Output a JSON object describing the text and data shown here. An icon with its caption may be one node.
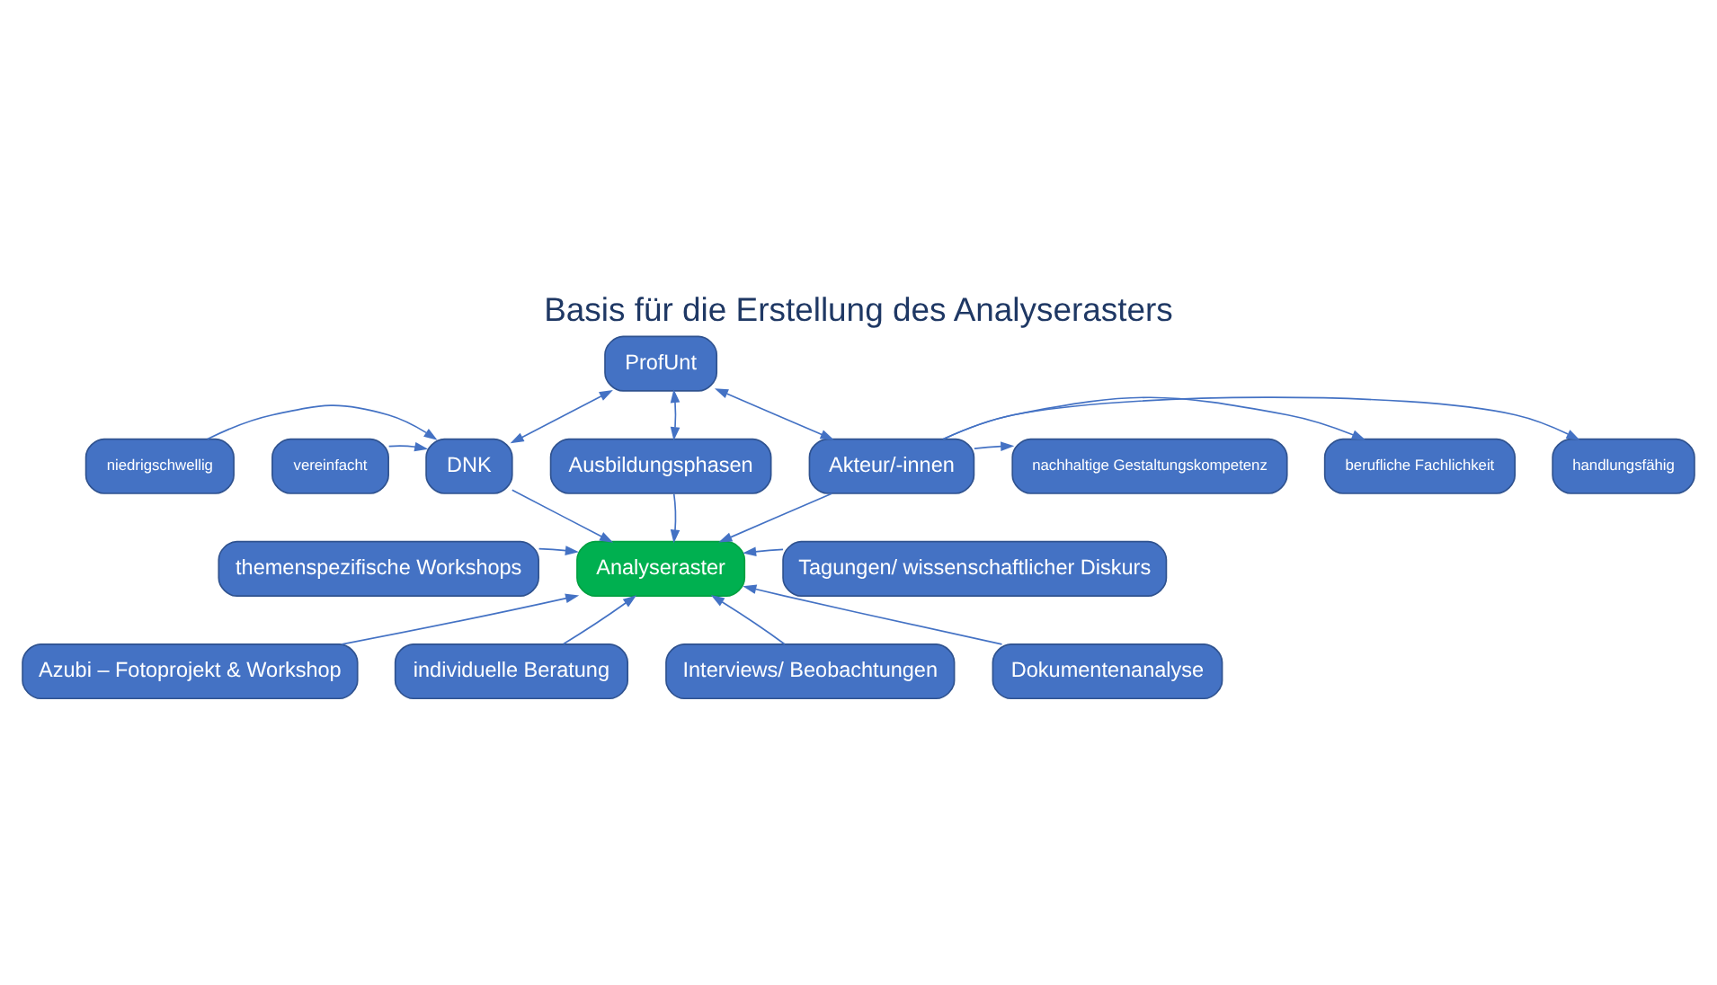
{
  "diagram": {
    "title": "Basis für die Erstellung des Analyserasters",
    "nodes": [
      {
        "text": [
          "ProfUnt"
        ]
      },
      {
        "text": [
          "niedrigschwellig"
        ]
      },
      {
        "text": [
          "vereinfacht"
        ]
      },
      {
        "text": [
          "DNK"
        ]
      },
      {
        "text": [
          "Ausbildungsphasen"
        ]
      },
      {
        "text": [
          "Akteur/-innen"
        ]
      },
      {
        "text": [
          "nachhaltige Gestaltungskompetenz"
        ]
      },
      {
        "text": [
          "berufliche Fachlichkeit"
        ]
      },
      {
        "text": [
          "handlungsfähig"
        ]
      },
      {
        "text": [
          "themenspezifische Workshops"
        ]
      },
      {
        "text": [
          "Analyseraster"
        ]
      },
      {
        "text": [
          "Tagungen/ wissenschaftlicher Diskurs"
        ]
      },
      {
        "text": [
          "Azubi – Fotoprojekt & Workshop"
        ]
      },
      {
        "text": [
          "individuelle Beratung"
        ]
      },
      {
        "text": [
          "Interviews/ Beobachtungen"
        ]
      },
      {
        "text": [
          "Dokumentenanalyse"
        ]
      }
    ],
    "edges": [
      {
        "from": 3,
        "to": 0,
        "arrow": "both"
      },
      {
        "from": 4,
        "to": 0,
        "arrow": "both"
      },
      {
        "from": 5,
        "to": 0,
        "arrow": "both"
      },
      {
        "from": 1,
        "to": 3,
        "arrow": "to"
      },
      {
        "from": 2,
        "to": 3,
        "arrow": "to"
      },
      {
        "from": 5,
        "to": 6,
        "arrow": "to"
      },
      {
        "from": 5,
        "to": 7,
        "arrow": "to"
      },
      {
        "from": 5,
        "to": 8,
        "arrow": "to"
      },
      {
        "from": 3,
        "to": 10,
        "arrow": "to"
      },
      {
        "from": 4,
        "to": 10,
        "arrow": "to"
      },
      {
        "from": 5,
        "to": 10,
        "arrow": "to"
      },
      {
        "from": 9,
        "to": 10,
        "arrow": "to"
      },
      {
        "from": 11,
        "to": 10,
        "arrow": "to"
      },
      {
        "from": 12,
        "to": 10,
        "arrow": "to"
      },
      {
        "from": 13,
        "to": 10,
        "arrow": "to"
      },
      {
        "from": 14,
        "to": 10,
        "arrow": "to"
      },
      {
        "from": 15,
        "to": 10,
        "arrow": "to"
      }
    ]
  }
}
